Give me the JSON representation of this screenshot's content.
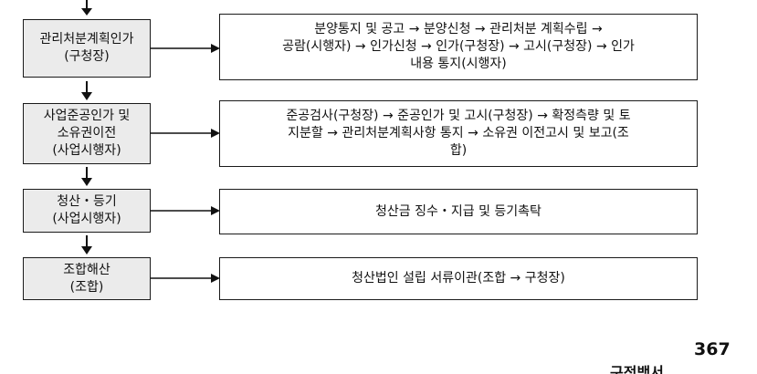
{
  "steps": [
    {
      "stage_lines": [
        "관리처분계획인가",
        "(구청장)"
      ],
      "description": "분양통지 및 공고 → 분양신청 → 관리처분 계획수립 →\n공람(시행자) → 인가신청 → 인가(구청장) → 고시(구청장) → 인가\n내용 통지(시행자)"
    },
    {
      "stage_lines": [
        "사업준공인가 및",
        "소유권이전",
        "(사업시행자)"
      ],
      "description": "준공검사(구청장) → 준공인가 및 고시(구청장) → 확정측량 및 토\n지분할 → 관리처분계획사항 통지 → 소유권 이전고시 및 보고(조\n합)"
    },
    {
      "stage_lines": [
        "청산・등기",
        "(사업시행자)"
      ],
      "description": "청산금 징수・지급 및 등기촉탁"
    },
    {
      "stage_lines": [
        "조합해산",
        "(조합)"
      ],
      "description": "청산법인 설립 서류이관(조합 → 구청장)"
    }
  ],
  "page_number": "367",
  "footer_text": "구정백서"
}
